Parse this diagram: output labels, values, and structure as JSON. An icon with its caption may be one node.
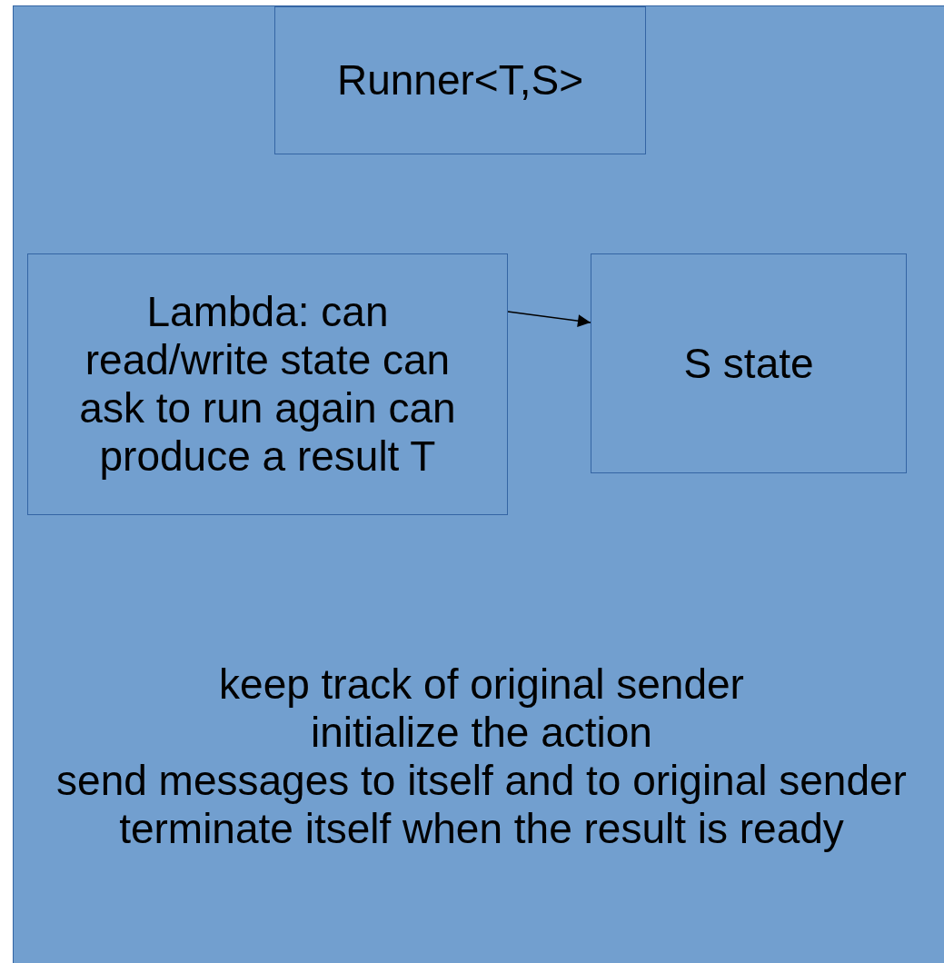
{
  "diagram": {
    "nodes": [
      {
        "text": [
          "keep track of original sender",
          "initialize the action",
          "send messages to itself and to original sender",
          "terminate itself when the result is ready"
        ]
      },
      {
        "text": [
          "Runner<T,S>"
        ],
        "in": 0
      },
      {
        "text": [
          "Lambda: can read/write state can ask to run again can produce a result T"
        ],
        "in": 0
      },
      {
        "text": [
          "S state"
        ],
        "in": 0
      }
    ],
    "edges": [
      {
        "from": 2,
        "to": 3,
        "arrow": "to"
      }
    ]
  }
}
